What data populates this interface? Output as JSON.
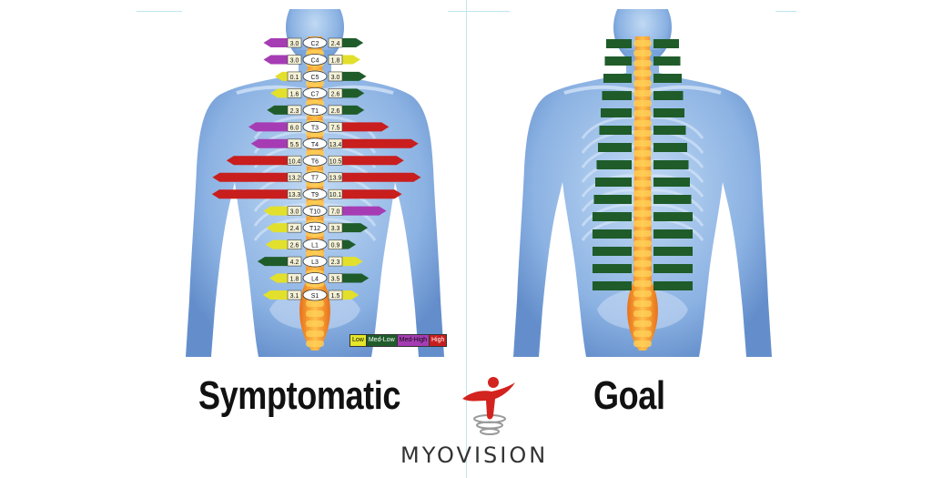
{
  "captions": {
    "left": "Symptomatic",
    "right": "Goal"
  },
  "brand": {
    "text": "MYOVISION"
  },
  "legend": [
    {
      "label": "Low",
      "color": "#e6e62a"
    },
    {
      "label": "Med-Low",
      "color": "#1f5c2a"
    },
    {
      "label": "Med-High",
      "color": "#a63cb4"
    },
    {
      "label": "High",
      "color": "#c81e1e"
    }
  ],
  "colors": {
    "low": "#e2e02c",
    "medlow": "#1f5c2a",
    "medhigh": "#a63cb4",
    "high": "#c81e1e",
    "body": "#8ab4e6",
    "spine": "#f08a1e",
    "label_bg": "#f4f1d6"
  },
  "symptomatic_levels": [
    {
      "id": "C2",
      "left": "3.0",
      "right": "2.4",
      "left_level": "medhigh",
      "right_level": "medlow"
    },
    {
      "id": "C4",
      "left": "3.0",
      "right": "1.8",
      "left_level": "medhigh",
      "right_level": "low"
    },
    {
      "id": "C5",
      "left": "0.1",
      "right": "3.0",
      "left_level": "low",
      "right_level": "medlow"
    },
    {
      "id": "C7",
      "left": "1.6",
      "right": "2.6",
      "left_level": "low",
      "right_level": "medlow"
    },
    {
      "id": "T1",
      "left": "2.3",
      "right": "2.6",
      "left_level": "medlow",
      "right_level": "medlow"
    },
    {
      "id": "T3",
      "left": "6.0",
      "right": "7.5",
      "left_level": "medhigh",
      "right_level": "high"
    },
    {
      "id": "T4",
      "left": "5.5",
      "right": "13.4",
      "left_level": "medhigh",
      "right_level": "high"
    },
    {
      "id": "T6",
      "left": "10.4",
      "right": "10.5",
      "left_level": "high",
      "right_level": "high"
    },
    {
      "id": "T7",
      "left": "13.2",
      "right": "13.9",
      "left_level": "high",
      "right_level": "high"
    },
    {
      "id": "T9",
      "left": "13.3",
      "right": "10.1",
      "left_level": "high",
      "right_level": "high"
    },
    {
      "id": "T10",
      "left": "3.0",
      "right": "7.0",
      "left_level": "low",
      "right_level": "medhigh"
    },
    {
      "id": "T12",
      "left": "2.4",
      "right": "3.3",
      "left_level": "low",
      "right_level": "medlow"
    },
    {
      "id": "L1",
      "left": "2.6",
      "right": "0.9",
      "left_level": "low",
      "right_level": "medlow"
    },
    {
      "id": "L3",
      "left": "4.2",
      "right": "2.3",
      "left_level": "medlow",
      "right_level": "low"
    },
    {
      "id": "L4",
      "left": "1.8",
      "right": "3.5",
      "left_level": "low",
      "right_level": "medlow"
    },
    {
      "id": "S1",
      "left": "3.1",
      "right": "1.5",
      "left_level": "low",
      "right_level": "low"
    }
  ],
  "goal_levels": [
    {
      "id": "C2",
      "level": "medlow"
    },
    {
      "id": "C4",
      "level": "medlow"
    },
    {
      "id": "C7",
      "level": "medlow"
    },
    {
      "id": "T1",
      "level": "medlow"
    },
    {
      "id": "T3",
      "level": "medlow"
    },
    {
      "id": "T4",
      "level": "medlow"
    },
    {
      "id": "T6",
      "level": "medlow"
    },
    {
      "id": "T7",
      "level": "medlow"
    },
    {
      "id": "T9",
      "level": "medlow"
    },
    {
      "id": "T10",
      "level": "medlow"
    },
    {
      "id": "T12",
      "level": "medlow"
    },
    {
      "id": "L1",
      "level": "medlow"
    },
    {
      "id": "L3",
      "level": "medlow"
    },
    {
      "id": "L4",
      "level": "medlow"
    },
    {
      "id": "S1",
      "level": "medlow"
    }
  ]
}
